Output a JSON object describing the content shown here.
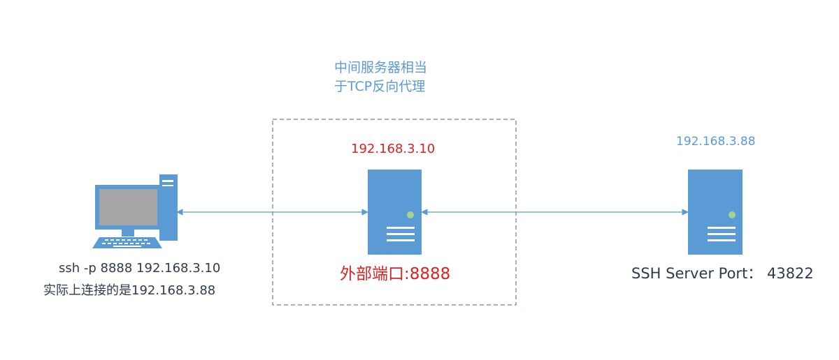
{
  "proxy": {
    "title_line1": "中间服务器相当",
    "title_line2": "于TCP反向代理",
    "ip": "192.168.3.10",
    "port_label": "外部端口:8888"
  },
  "server": {
    "ip": "192.168.3.88",
    "port_label": "SSH Server Port：  43822"
  },
  "client": {
    "command": "ssh -p 8888  192.168.3.10",
    "note": "实际上连接的是192.168.3.88"
  },
  "colors": {
    "accent": "#5b9bd5",
    "highlight": "#e02020",
    "text": "#2f3b4a",
    "server_light": "#a9d18e",
    "screen": "#a6a6a6"
  }
}
